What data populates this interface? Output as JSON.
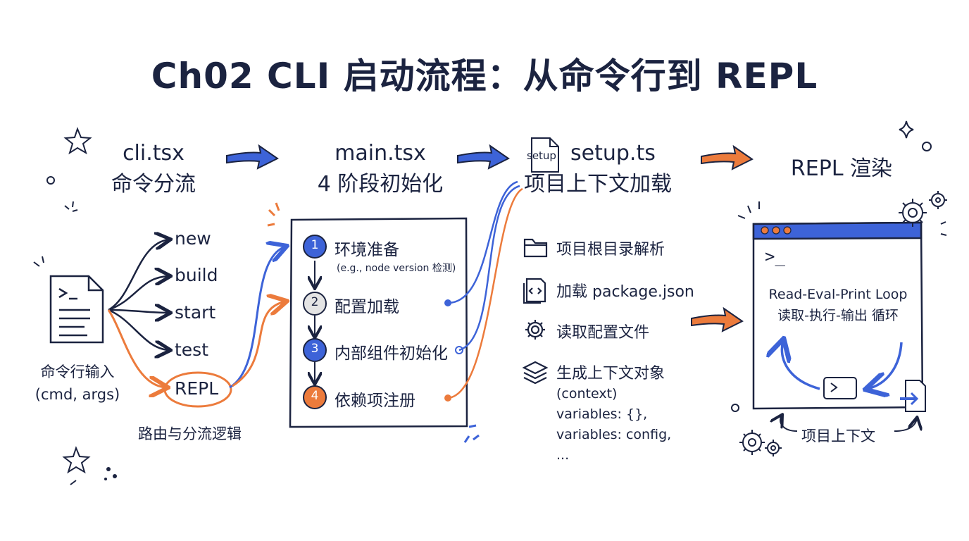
{
  "title": "Ch02 CLI 启动流程：从命令行到 REPL",
  "colors": {
    "ink": "#1b2340",
    "blue": "#3d63d8",
    "orange": "#ec7b3c",
    "grey": "#e4e4e4"
  },
  "cli": {
    "title_line1": "cli.tsx",
    "title_line2": "命令分流",
    "input_line1": "命令行输入",
    "input_line2": "(cmd, args)",
    "routes": [
      "new",
      "build",
      "start",
      "test",
      "REPL"
    ],
    "caption": "路由与分流逻辑"
  },
  "main": {
    "title_line1": "main.tsx",
    "title_line2": "4 阶段初始化",
    "steps": [
      {
        "num": "1",
        "label": "环境准备",
        "note": "(e.g., node version 检测)"
      },
      {
        "num": "2",
        "label": "配置加载"
      },
      {
        "num": "3",
        "label": "内部组件初始化"
      },
      {
        "num": "4",
        "label": "依赖项注册"
      }
    ]
  },
  "setup": {
    "icon_text": "setup",
    "title_line1": "setup.ts",
    "title_line2": "项目上下文加载",
    "items": [
      {
        "icon": "folder-icon",
        "label": "项目根目录解析"
      },
      {
        "icon": "code-file-icon",
        "label": "加载 package.json"
      },
      {
        "icon": "gear-icon",
        "label": "读取配置文件"
      },
      {
        "icon": "layers-icon",
        "label": "生成上下文对象"
      }
    ],
    "context_lines": [
      "(context)",
      "variables: {},",
      "variables: config,",
      "..."
    ]
  },
  "repl": {
    "title": "REPL 渲染",
    "prompt": ">_",
    "loop_line1": "Read-Eval-Print Loop",
    "loop_line2": "读取-执行-输出 循环",
    "caption": "项目上下文"
  }
}
